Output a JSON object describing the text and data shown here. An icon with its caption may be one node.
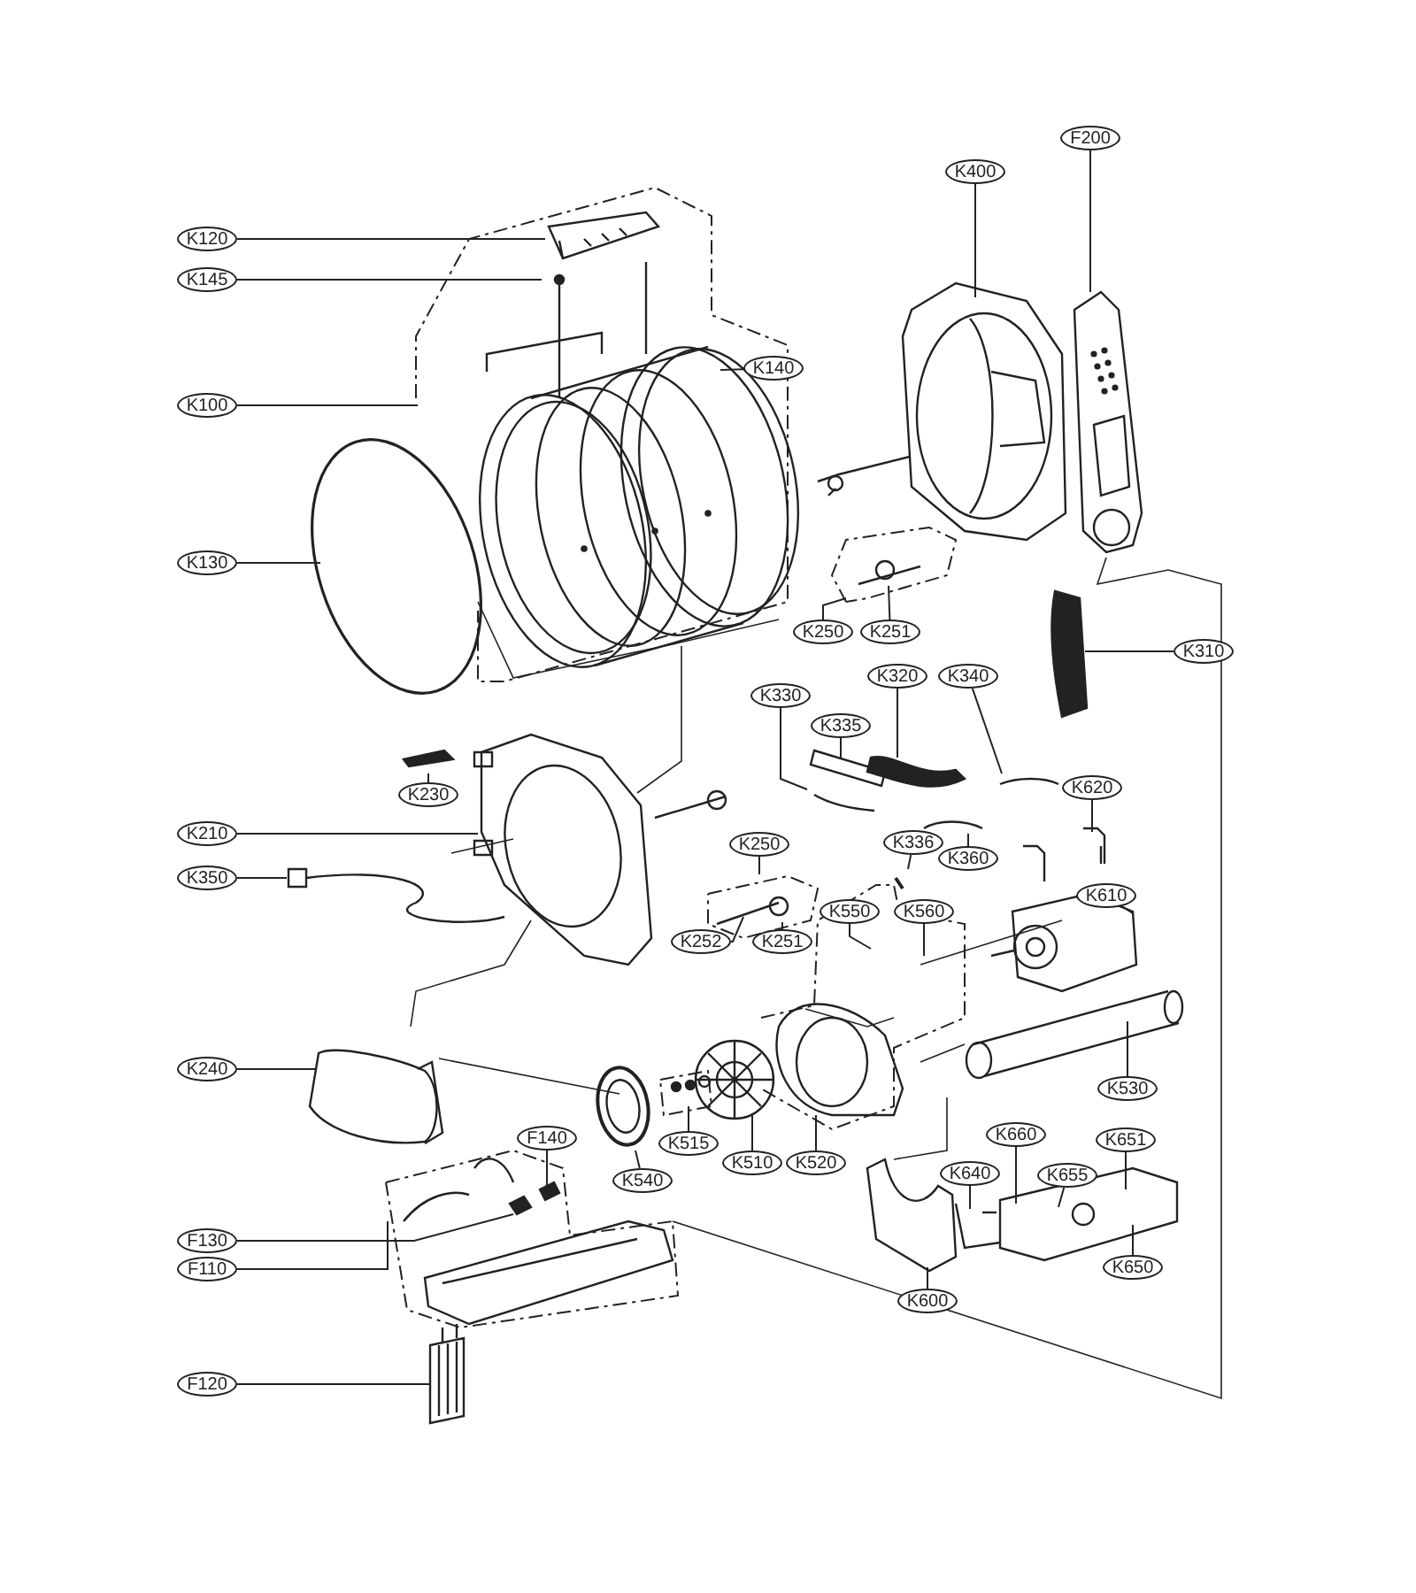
{
  "diagram": {
    "nodes": [
      {
        "text": [
          "F200"
        ]
      },
      {
        "text": [
          "K400"
        ]
      },
      {
        "text": [
          "K120"
        ]
      },
      {
        "text": [
          "K145"
        ]
      },
      {
        "text": [
          "K140"
        ]
      },
      {
        "text": [
          "K100"
        ]
      },
      {
        "text": [
          "K130"
        ]
      },
      {
        "text": [
          "K250"
        ]
      },
      {
        "text": [
          "K251"
        ]
      },
      {
        "text": [
          "K310"
        ]
      },
      {
        "text": [
          "K320"
        ]
      },
      {
        "text": [
          "K340"
        ]
      },
      {
        "text": [
          "K330"
        ]
      },
      {
        "text": [
          "K335"
        ]
      },
      {
        "text": [
          "K620"
        ]
      },
      {
        "text": [
          "K230"
        ]
      },
      {
        "text": [
          "K210"
        ]
      },
      {
        "text": [
          "K336"
        ]
      },
      {
        "text": [
          "K250"
        ]
      },
      {
        "text": [
          "K360"
        ]
      },
      {
        "text": [
          "K350"
        ]
      },
      {
        "text": [
          "K610"
        ]
      },
      {
        "text": [
          "K550"
        ]
      },
      {
        "text": [
          "K560"
        ]
      },
      {
        "text": [
          "K252"
        ]
      },
      {
        "text": [
          "K251"
        ]
      },
      {
        "text": [
          "K240"
        ]
      },
      {
        "text": [
          "K530"
        ]
      },
      {
        "text": [
          "F140"
        ]
      },
      {
        "text": [
          "K660"
        ]
      },
      {
        "text": [
          "K651"
        ]
      },
      {
        "text": [
          "K515"
        ]
      },
      {
        "text": [
          "K510"
        ]
      },
      {
        "text": [
          "K520"
        ]
      },
      {
        "text": [
          "K655"
        ]
      },
      {
        "text": [
          "K640"
        ]
      },
      {
        "text": [
          "K540"
        ]
      },
      {
        "text": [
          "F130"
        ]
      },
      {
        "text": [
          "K650"
        ]
      },
      {
        "text": [
          "F110"
        ]
      },
      {
        "text": [
          "K600"
        ]
      },
      {
        "text": [
          "F120"
        ]
      }
    ],
    "edges": [
      {
        "from": 0,
        "to": null,
        "arrow": "none"
      },
      {
        "from": 1,
        "to": null,
        "arrow": "none"
      },
      {
        "from": 2,
        "to": null,
        "arrow": "none"
      },
      {
        "from": 3,
        "to": null,
        "arrow": "none"
      },
      {
        "from": 4,
        "to": null,
        "arrow": "none"
      },
      {
        "from": 5,
        "to": null,
        "arrow": "none"
      },
      {
        "from": 6,
        "to": null,
        "arrow": "none"
      },
      {
        "from": 7,
        "to": null,
        "arrow": "none"
      },
      {
        "from": 8,
        "to": null,
        "arrow": "none"
      },
      {
        "from": 9,
        "to": null,
        "arrow": "none"
      },
      {
        "from": 10,
        "to": null,
        "arrow": "none"
      },
      {
        "from": 11,
        "to": null,
        "arrow": "none"
      },
      {
        "from": 12,
        "to": null,
        "arrow": "none"
      },
      {
        "from": 13,
        "to": null,
        "arrow": "none"
      },
      {
        "from": 14,
        "to": null,
        "arrow": "none"
      },
      {
        "from": 15,
        "to": null,
        "arrow": "none"
      },
      {
        "from": 16,
        "to": null,
        "arrow": "none"
      },
      {
        "from": 17,
        "to": null,
        "arrow": "none"
      },
      {
        "from": 18,
        "to": null,
        "arrow": "none"
      },
      {
        "from": 19,
        "to": null,
        "arrow": "none"
      },
      {
        "from": 20,
        "to": null,
        "arrow": "none"
      },
      {
        "from": 21,
        "to": null,
        "arrow": "none"
      },
      {
        "from": 22,
        "to": null,
        "arrow": "none"
      },
      {
        "from": 23,
        "to": null,
        "arrow": "none"
      },
      {
        "from": 24,
        "to": null,
        "arrow": "none"
      },
      {
        "from": 25,
        "to": null,
        "arrow": "none"
      },
      {
        "from": 26,
        "to": null,
        "arrow": "none"
      },
      {
        "from": 27,
        "to": null,
        "arrow": "none"
      },
      {
        "from": 28,
        "to": null,
        "arrow": "none"
      },
      {
        "from": 29,
        "to": null,
        "arrow": "none"
      },
      {
        "from": 30,
        "to": null,
        "arrow": "none"
      },
      {
        "from": 31,
        "to": null,
        "arrow": "none"
      },
      {
        "from": 32,
        "to": null,
        "arrow": "none"
      },
      {
        "from": 33,
        "to": null,
        "arrow": "none"
      },
      {
        "from": 34,
        "to": null,
        "arrow": "none"
      },
      {
        "from": 35,
        "to": null,
        "arrow": "none"
      },
      {
        "from": 36,
        "to": null,
        "arrow": "none"
      },
      {
        "from": 37,
        "to": null,
        "arrow": "none"
      },
      {
        "from": 38,
        "to": null,
        "arrow": "none"
      },
      {
        "from": 39,
        "to": null,
        "arrow": "none"
      },
      {
        "from": 40,
        "to": null,
        "arrow": "none"
      },
      {
        "from": 41,
        "to": null,
        "arrow": "none"
      }
    ]
  }
}
